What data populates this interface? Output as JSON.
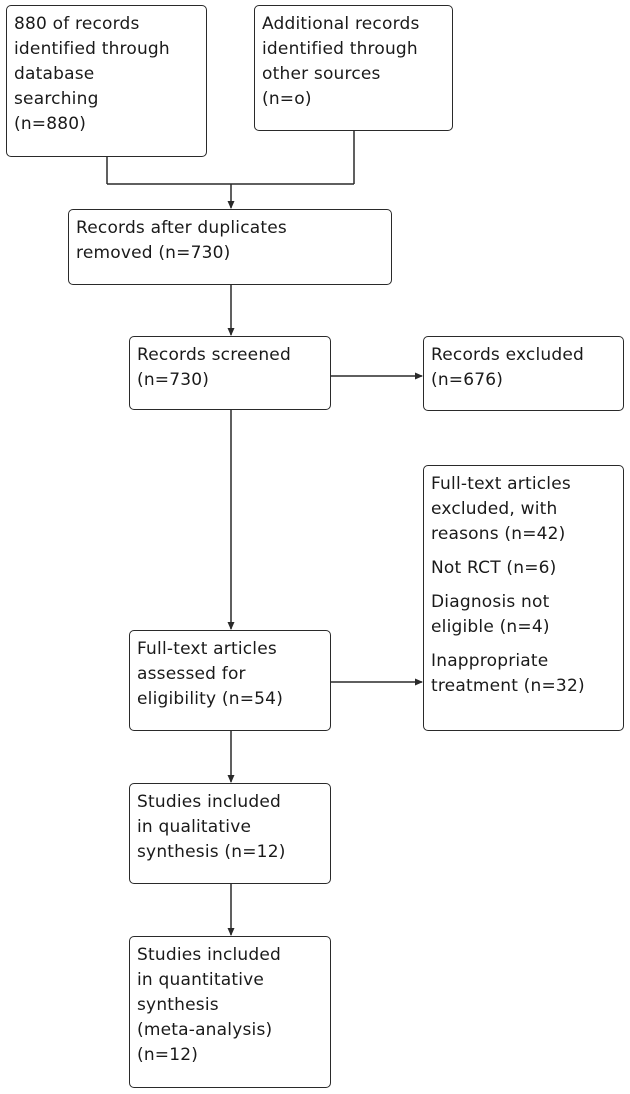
{
  "boxes": {
    "identified_database": {
      "lines": [
        "880 of records",
        "identified through",
        "database",
        "searching",
        "(n=880)"
      ]
    },
    "identified_other": {
      "lines": [
        "Additional records",
        "identified through",
        "other sources",
        "(n=o)"
      ]
    },
    "after_duplicates": {
      "lines": [
        "Records after duplicates",
        "removed (n=730)"
      ]
    },
    "screened": {
      "lines": [
        "Records screened",
        "(n=730)"
      ]
    },
    "excluded": {
      "lines": [
        "Records excluded",
        "(n=676)"
      ]
    },
    "fulltext_excluded": {
      "lines": [
        "Full-text articles",
        "excluded, with",
        "reasons (n=42)"
      ],
      "reasons": [
        {
          "lines": [
            "Not RCT (n=6)"
          ]
        },
        {
          "lines": [
            "Diagnosis not",
            "eligible (n=4)"
          ]
        },
        {
          "lines": [
            "Inappropriate",
            "treatment (n=32)"
          ]
        }
      ]
    },
    "fulltext_assessed": {
      "lines": [
        "Full-text articles",
        "assessed for",
        "eligibility (n=54)"
      ]
    },
    "qualitative": {
      "lines": [
        "Studies included",
        "in qualitative",
        "synthesis (n=12)"
      ]
    },
    "quantitative": {
      "lines": [
        "Studies included",
        "in quantitative",
        "synthesis",
        "(meta-analysis)",
        "(n=12)"
      ]
    }
  },
  "colors": {
    "border": "#2a2a2a",
    "text": "#1a1a1a",
    "background": "#ffffff"
  }
}
